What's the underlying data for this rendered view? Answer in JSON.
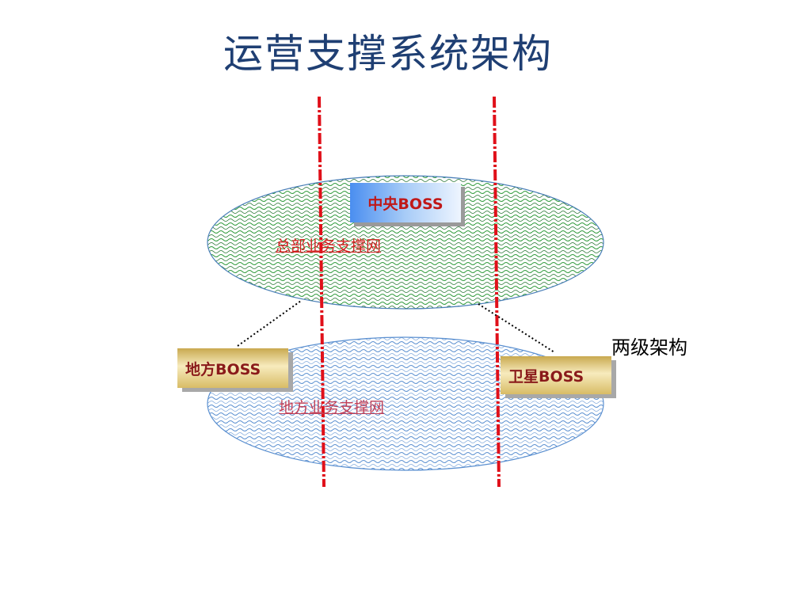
{
  "title": "运营支撑系统架构",
  "networks": {
    "hq": "总部业务支撑网",
    "local": "地方业务支撑网"
  },
  "boxes": {
    "central": "中央BOSS",
    "local": "地方BOSS",
    "satellite": "卫星BOSS"
  },
  "note": "两级架构",
  "colors": {
    "title": "#1f3f73",
    "hq_pattern": "#2e9a3a",
    "local_pattern": "#5a8fd0",
    "divider": "#e0101a",
    "central_box": "#4a8ef0",
    "gold_box": "#d8bc66"
  }
}
